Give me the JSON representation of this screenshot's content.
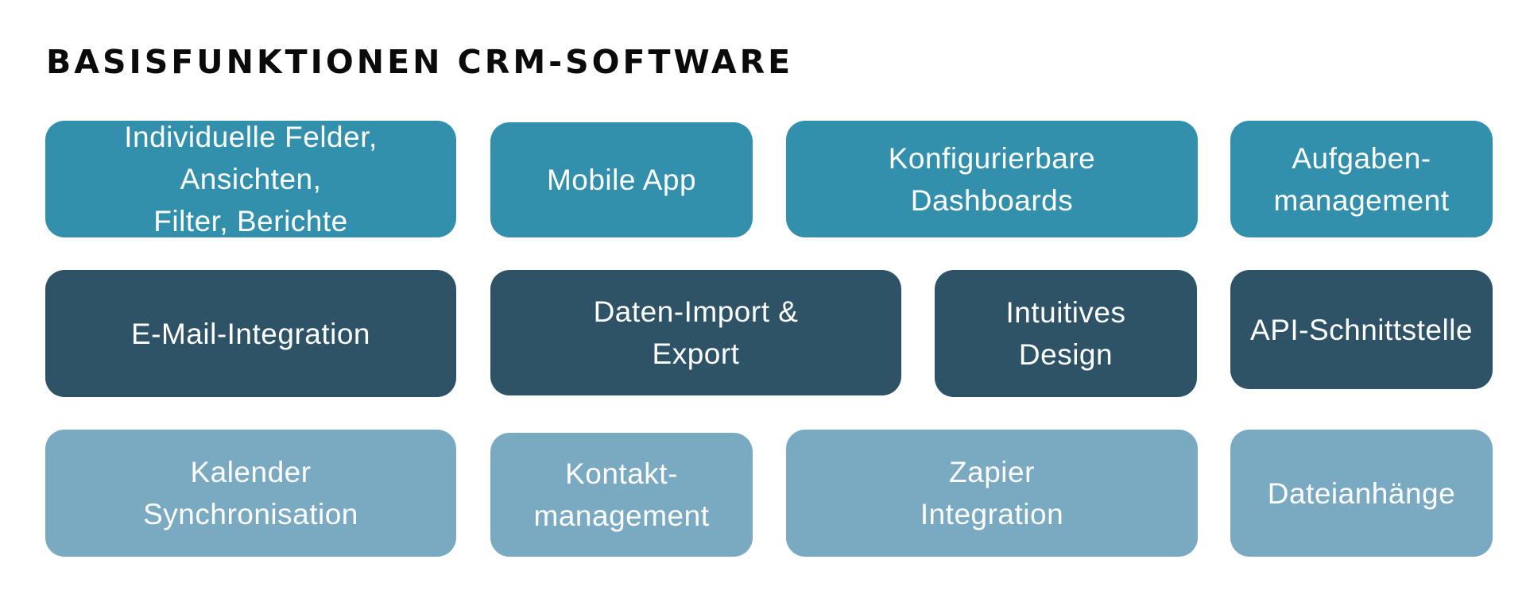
{
  "title": "BASISFUNKTIONEN CRM-SOFTWARE",
  "colors": {
    "row1": "#3390ad",
    "row2": "#2e5266",
    "row3": "#79aac2",
    "text": "#ffffff",
    "title": "#0b0b0b"
  },
  "tiles": {
    "individual": "Individuelle Felder, Ansichten,\nFilter, Berichte",
    "mobile": "Mobile App",
    "dashboards": "Konfigurierbare\nDashboards",
    "aufgaben": "Aufgaben-\nmanagement",
    "email": "E-Mail-Integration",
    "import": "Daten-Import &\nExport",
    "design": "Intuitives\nDesign",
    "api": "API-Schnittstelle",
    "kalender": "Kalender\nSynchronisation",
    "kontakt": "Kontakt-\nmanagement",
    "zapier": "Zapier\nIntegration",
    "datei": "Dateianhänge"
  }
}
